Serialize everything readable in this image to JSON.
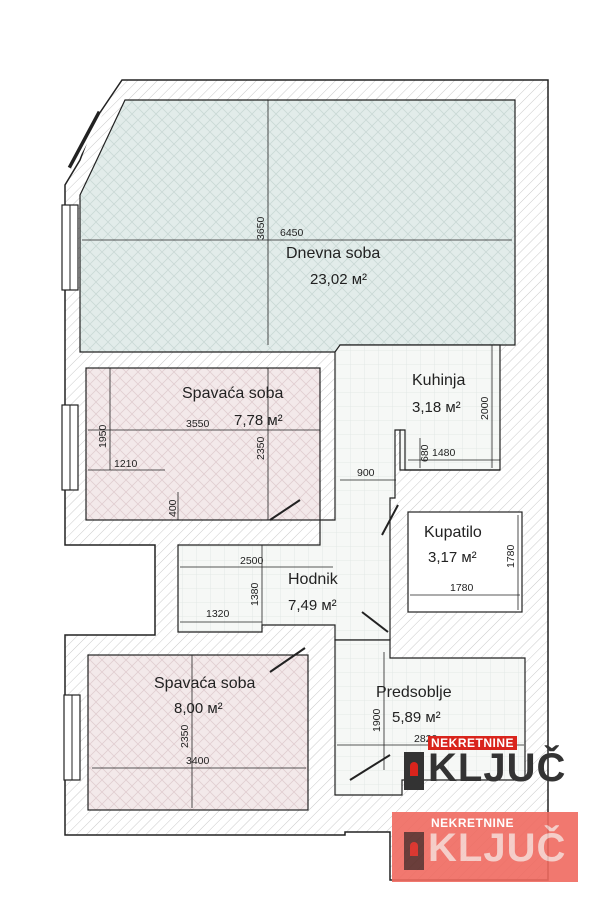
{
  "rooms": [
    {
      "name": "Dnevna soba",
      "area": "23,02 м²"
    },
    {
      "name": "Spavaća soba",
      "area": "7,78 м²"
    },
    {
      "name": "Kuhinja",
      "area": "3,18 м²"
    },
    {
      "name": "Kupatilo",
      "area": "3,17 м²"
    },
    {
      "name": "Hodnik",
      "area": "7,49 м²"
    },
    {
      "name": "Spavaća soba",
      "area": "8,00 м²"
    },
    {
      "name": "Predsoblje",
      "area": "5,89 м²"
    }
  ],
  "dimensions": [
    "6450",
    "3650",
    "3550",
    "1950",
    "2350",
    "1210",
    "400",
    "900",
    "680",
    "1480",
    "2000",
    "1780",
    "1780",
    "2500",
    "1380",
    "1320",
    "3400",
    "2350",
    "1900",
    "2820"
  ],
  "watermark": {
    "top_text": "NEKRETNINE",
    "main_text": "KLJUČ"
  },
  "colors": {
    "living_floor": "#e2ecea",
    "bedroom_floor": "#f3e9ea",
    "wall_fill": "#ffffff",
    "wall_stroke": "#222222",
    "brand_red": "#d9241c"
  }
}
